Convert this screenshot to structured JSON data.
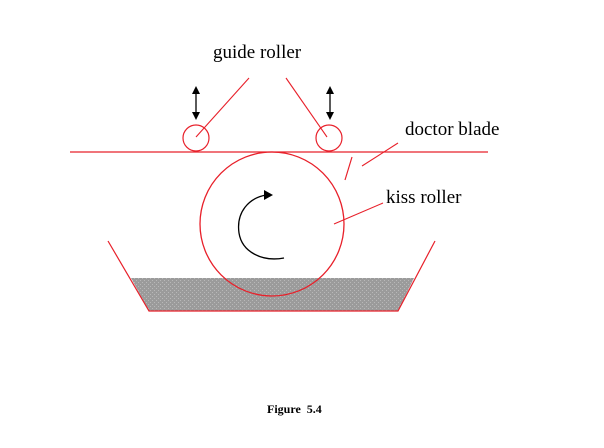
{
  "labels": {
    "guide_roller": "guide roller",
    "doctor_blade": "doctor blade",
    "kiss_roller": "kiss roller"
  },
  "caption": "Figure  5.4",
  "colors": {
    "line": "#e8202a",
    "ink_fill": "#9b9b9b",
    "arrow": "#000000",
    "background": "#ffffff"
  }
}
